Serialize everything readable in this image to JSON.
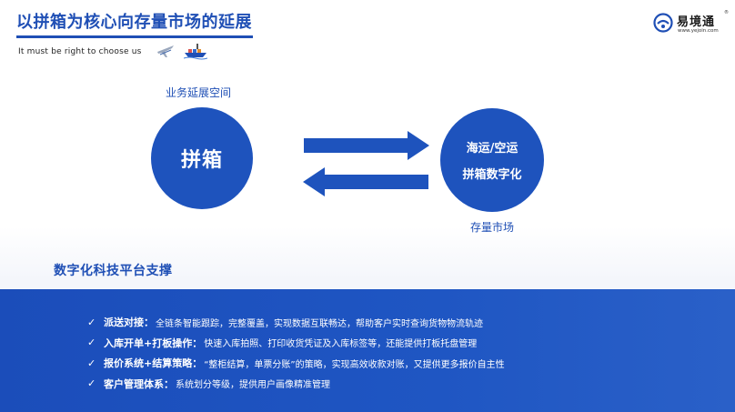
{
  "header": {
    "title": "以拼箱为核心向存量市场的延展",
    "subtitle": "It must be right to choose us",
    "icons": [
      "plane-icon",
      "ship-icon"
    ]
  },
  "logo": {
    "name": "易境通",
    "url": "www.yejoin.com",
    "mark": "®"
  },
  "diagram": {
    "top_label": "业务延展空间",
    "left_circle": "拼箱",
    "right_circle_line1": "海运/空运",
    "right_circle_line2": "拼箱数字化",
    "bottom_label": "存量市场"
  },
  "platform_title": "数字化科技平台支撑",
  "features": [
    {
      "key": "派送对接：",
      "desc": "全链条智能跟踪，完整覆盖，实现数据互联畅达，帮助客户实时查询货物物流轨迹"
    },
    {
      "key": "入库开单+打板操作：",
      "desc": "快速入库拍照、打印收货凭证及入库标签等，还能提供打板托盘管理"
    },
    {
      "key": "报价系统+结算策略：",
      "desc": "“整柜结算，单票分账”的策略，实现高效收款对账，又提供更多报价自主性"
    },
    {
      "key": "客户管理体系：",
      "desc": "系统划分等级，提供用户画像精准管理"
    }
  ],
  "colors": {
    "primary": "#1e53bd",
    "title": "#1f4fb5",
    "panel": "#1b4dba"
  }
}
